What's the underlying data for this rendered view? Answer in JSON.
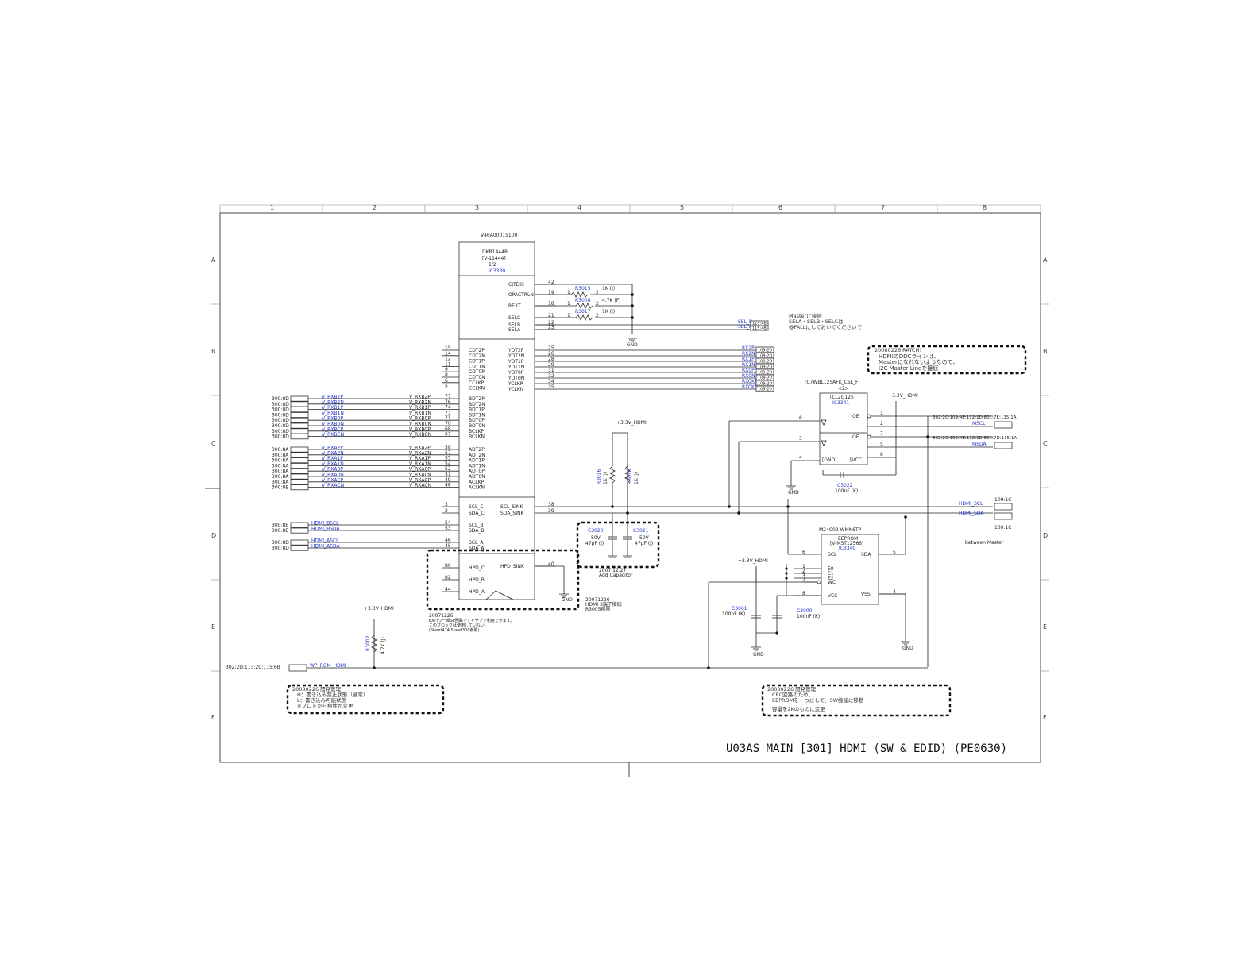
{
  "border": {
    "columns": [
      "1",
      "2",
      "3",
      "4",
      "5",
      "6",
      "7",
      "8"
    ],
    "rows": [
      "A",
      "B",
      "C",
      "D",
      "E",
      "F"
    ]
  },
  "ic3330": {
    "part_no": "V46A00015100",
    "name": "DKB1444R",
    "sub": "[V-11444]",
    "unit": "1/2",
    "ref": "IC3330",
    "left_pins": [
      {
        "num": "15",
        "name": "CDT2P"
      },
      {
        "num": "14",
        "name": "CDT2N"
      },
      {
        "num": "12",
        "name": "CDT1P"
      },
      {
        "num": "11",
        "name": "CDT1N"
      },
      {
        "num": "9",
        "name": "CDT0P"
      },
      {
        "num": "8",
        "name": "CDT0N"
      },
      {
        "num": "6",
        "name": "CCLKP"
      },
      {
        "num": "5",
        "name": "CCLKN"
      },
      {
        "num": "77",
        "name": "BDT2P"
      },
      {
        "num": "76",
        "name": "BDT2N"
      },
      {
        "num": "74",
        "name": "BDT1P"
      },
      {
        "num": "73",
        "name": "BDT1N"
      },
      {
        "num": "71",
        "name": "BDT0P"
      },
      {
        "num": "70",
        "name": "BDT0N"
      },
      {
        "num": "68",
        "name": "BCLKP"
      },
      {
        "num": "67",
        "name": "BCLKN"
      },
      {
        "num": "58",
        "name": "ADT2P"
      },
      {
        "num": "57",
        "name": "ADT2N"
      },
      {
        "num": "55",
        "name": "ADT1P"
      },
      {
        "num": "54",
        "name": "ADT1N"
      },
      {
        "num": "52",
        "name": "ADT0P"
      },
      {
        "num": "51",
        "name": "ADT0N"
      },
      {
        "num": "49",
        "name": "ACLKP"
      },
      {
        "num": "48",
        "name": "ACLKN"
      },
      {
        "num": "3",
        "name": "SCL_C"
      },
      {
        "num": "2",
        "name": "SDA_C"
      },
      {
        "num": "54",
        "name": "SCL_B"
      },
      {
        "num": "53",
        "name": "SDA_B"
      },
      {
        "num": "46",
        "name": "SCL_A"
      },
      {
        "num": "45",
        "name": "SDA_A"
      },
      {
        "num": "80",
        "name": "HPD_C"
      },
      {
        "num": "82",
        "name": "HPD_B"
      },
      {
        "num": "44",
        "name": "HPD_A"
      }
    ],
    "right_pins": [
      {
        "num": "42",
        "name": "CJTDIS"
      },
      {
        "num": "19",
        "name": "OPACTRLN"
      },
      {
        "num": "18",
        "name": "REXT"
      },
      {
        "num": "21",
        "name": "SELC"
      },
      {
        "num": "22",
        "name": "SELB"
      },
      {
        "num": "23",
        "name": "SELA"
      },
      {
        "num": "25",
        "name": "YDT2P"
      },
      {
        "num": "26",
        "name": "YDT2N"
      },
      {
        "num": "28",
        "name": "YDT1P"
      },
      {
        "num": "29",
        "name": "YDT1N"
      },
      {
        "num": "31",
        "name": "YDT0P"
      },
      {
        "num": "32",
        "name": "YDT0N"
      },
      {
        "num": "34",
        "name": "YCLKP"
      },
      {
        "num": "35",
        "name": "YCLKN"
      },
      {
        "num": "38",
        "name": "SCL_SINK"
      },
      {
        "num": "39",
        "name": "SDA_SINK"
      },
      {
        "num": "40",
        "name": "HPD_SINK"
      }
    ]
  },
  "resistors": {
    "r3015": {
      "ref": "R3015",
      "value": "1K (J)"
    },
    "r3008": {
      "ref": "R3008",
      "value": "4.7K (F)"
    },
    "r3017": {
      "ref": "R3017",
      "value": "1K (J)"
    },
    "r3016": {
      "ref": "R3016",
      "value": "1K (J)"
    },
    "r3018": {
      "ref": "R3018",
      "value": "1K (J)"
    },
    "r3002": {
      "ref": "R3002",
      "value": "4.7K (J)"
    }
  },
  "sel_nets": [
    {
      "name": "SEL_B",
      "dest": "115:4B"
    },
    {
      "name": "SEL_A",
      "dest": "115:4B"
    }
  ],
  "y_nets": [
    {
      "name": "RX2P",
      "dest": "109:2D"
    },
    {
      "name": "RX2N",
      "dest": "109:2D"
    },
    {
      "name": "RX1P",
      "dest": "109:2D"
    },
    {
      "name": "RX1N",
      "dest": "109:2D"
    },
    {
      "name": "RX0P",
      "dest": "109:2D"
    },
    {
      "name": "RX0N",
      "dest": "109:2D"
    },
    {
      "name": "RXCKP",
      "dest": "109:2D"
    },
    {
      "name": "RXCKN",
      "dest": "109:2D"
    }
  ],
  "b_nets": [
    {
      "port": "300:8D",
      "name": "V_RXB2P",
      "net": "V_RXB2P"
    },
    {
      "port": "300:8D",
      "name": "V_RXB2N",
      "net": "V_RXB2N"
    },
    {
      "port": "300:8D",
      "name": "V_RXB1P",
      "net": "V_RXB1P"
    },
    {
      "port": "300:8D",
      "name": "V_RXB1N",
      "net": "V_RXB1N"
    },
    {
      "port": "300:8D",
      "name": "V_RXB0P",
      "net": "V_RXB0P"
    },
    {
      "port": "300:8D",
      "name": "V_RXB0N",
      "net": "V_RXB0N"
    },
    {
      "port": "300:8D",
      "name": "V_RXBCP",
      "net": "V_RXBCP"
    },
    {
      "port": "300:8D",
      "name": "V_RXBCN",
      "net": "V_RXBCN"
    }
  ],
  "a_nets": [
    {
      "port": "300:8A",
      "name": "V_RXA2P",
      "net": "V_RXA2P"
    },
    {
      "port": "300:8A",
      "name": "V_RXA2N",
      "net": "V_RXA2N"
    },
    {
      "port": "300:8A",
      "name": "V_RXA1P",
      "net": "V_RXA1P"
    },
    {
      "port": "300:8A",
      "name": "V_RXA1N",
      "net": "V_RXA1N"
    },
    {
      "port": "300:8A",
      "name": "V_RXA0P",
      "net": "V_RXA0P"
    },
    {
      "port": "300:8A",
      "name": "V_RXA0N",
      "net": "V_RXA0N"
    },
    {
      "port": "300:8A",
      "name": "V_RXACP",
      "net": "V_RXACP"
    },
    {
      "port": "300:8B",
      "name": "V_RXACN",
      "net": "V_RXACN"
    }
  ],
  "ddc_nets": [
    {
      "port": "300:8E",
      "name": "HDMI_BSCL"
    },
    {
      "port": "300:8E",
      "name": "HDMI_BSDA"
    },
    {
      "port": "300:8D",
      "name": "HDMI_ASCL"
    },
    {
      "port": "300:8D",
      "name": "HDMI_ASDA"
    }
  ],
  "wp_net": {
    "port": "302:2D:113:2C:115:6B",
    "name": "WP_ROM_HDMI"
  },
  "power": {
    "v33": "+3.3V_HDMI",
    "gnd": "GND"
  },
  "caps": {
    "c3020": {
      "ref": "C3020",
      "v": "50V",
      "value": "47pF (J)"
    },
    "c3021": {
      "ref": "C3021",
      "v": "50V",
      "value": "47pF (J)"
    },
    "c3022": {
      "ref": "C3022",
      "value": "100nF (K)"
    },
    "c3001": {
      "ref": "C3001",
      "value": "100nF (K)"
    },
    "c3000": {
      "ref": "C3000",
      "value": "100nF (K)"
    }
  },
  "ic3341": {
    "part": "TC7WBL125AFK_CSL_F",
    "unit": "<2>",
    "alt": "[CL2G125]",
    "ref": "IC3341",
    "oe": "OE",
    "gnd": "[GND]",
    "vcc": "[VCC]",
    "pins": [
      "6",
      "3",
      "4",
      "1",
      "2",
      "7",
      "5",
      "8"
    ]
  },
  "msout": {
    "msc_dest": "302:2C:109:4E:112:1D:801:7E:115:1A",
    "msc_name": "MSCL",
    "msd_dest": "302:2C:109:4E:112:1D:801:7D:115:1A",
    "msd_name": "MSDA"
  },
  "hdmi_out": [
    {
      "name": "HDMI_SCL",
      "dest": "109:1C"
    },
    {
      "name": "HDMI_SDA",
      "dest": "109:1C"
    }
  ],
  "ic3340": {
    "part": "M24C02-WMN6TP",
    "name": "EEPROM",
    "sub": "[V-MST12566]",
    "ref": "IC3340",
    "left_pins": [
      {
        "num": "6",
        "name": "SCL"
      },
      {
        "num": "1",
        "name": "E0"
      },
      {
        "num": "2",
        "name": "E1"
      },
      {
        "num": "3",
        "name": "E2"
      },
      {
        "num": "7",
        "name": "WC"
      },
      {
        "num": "8",
        "name": "VCC"
      }
    ],
    "right_pins": [
      {
        "num": "5",
        "name": "SDA"
      },
      {
        "num": "4",
        "name": "VSS"
      }
    ]
  },
  "notes": {
    "master": [
      "Masterに接続",
      "SELA・SELB・SELCは",
      "@FALLにしておいてくださいで"
    ],
    "ddc": [
      "20080226 RATCH?",
      "HDMIのDDCラインは、",
      "Masterになれないようなので、",
      "I2C Master Lineを接続"
    ],
    "between": "between Master",
    "add_cap": [
      "2007.12.27",
      "Add Capacitor"
    ],
    "hpd1": [
      "20071226",
      "HDMI 3端子接続",
      "R3005削除"
    ],
    "hpd2": [
      "20071226",
      "EXパワー系SP回路ですぐサブで利用できます。",
      "このブロックは使用していない",
      "(Sheet474 Sheet300参照)"
    ],
    "wp": [
      "20080226 開発管理",
      "H：書き込み禁止状態（通常）",
      "L：書き込み可能状態",
      "※プロトから極性が変更"
    ],
    "cec": [
      "20080226 開発管理",
      "CEC回路のため、",
      "EEPROMを一つにして、SW機能に移動",
      "容量を2Kのものに変更"
    ]
  },
  "title": "U03AS MAIN [301] HDMI (SW & EDID)  (PE0630)"
}
